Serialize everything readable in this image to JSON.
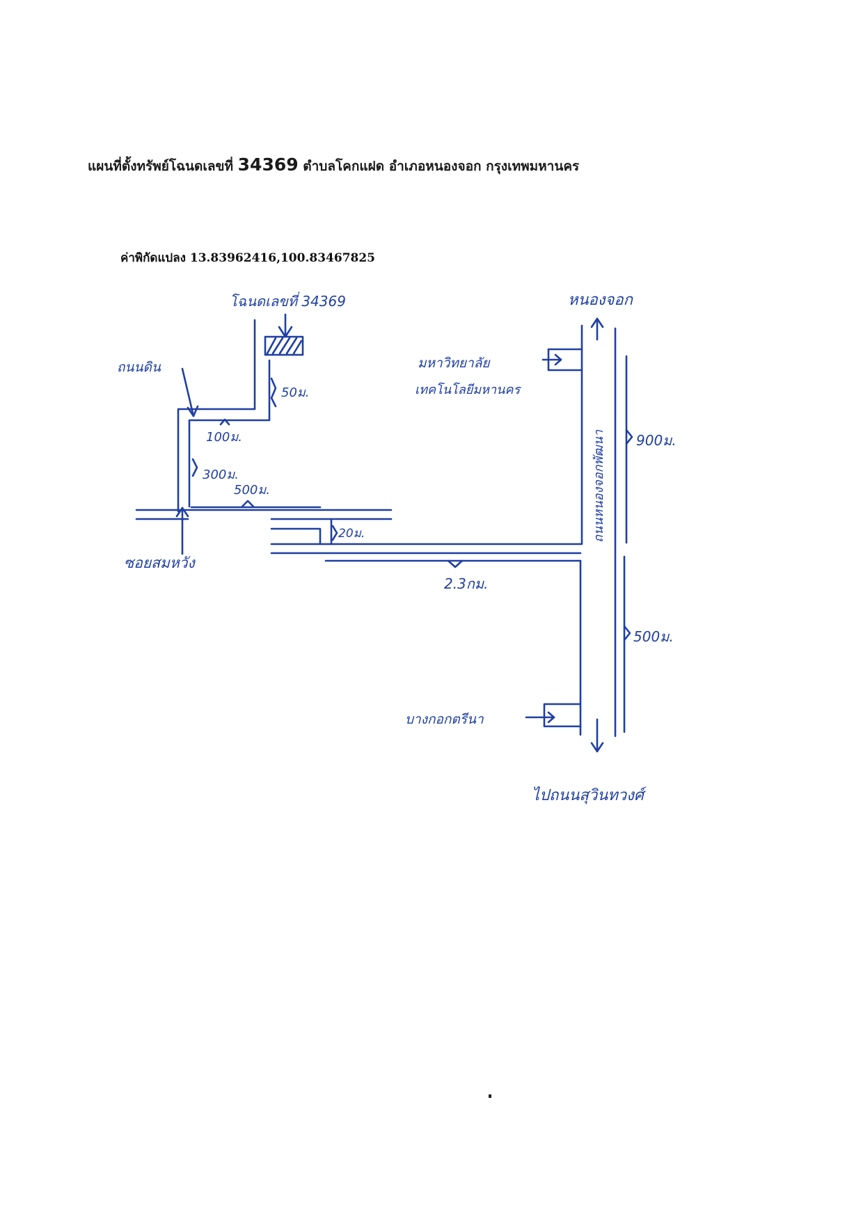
{
  "header": {
    "title_prefix": "แผนที่ตั้งทรัพย์โฉนดเลขที่",
    "deed_number": "34369",
    "title_suffix": "ตำบลโคกแฝด อำเภอหนองจอก กรุงเทพมหานคร"
  },
  "coordinates": {
    "label": "ค่าพิกัดแปลง",
    "value": "13.83962416,100.83467825"
  },
  "map": {
    "ink_color": "#1f3fa3",
    "labels": {
      "deed_plot": "โฉนดเลขที่ 34369",
      "dirt_road": "ถนนดิน",
      "soi": "ซอยสมหวัง",
      "north_destination": "หนองจอก",
      "south_destination": "ไปถนนสุวินทวงศ์",
      "main_road": "ถนนหนองจอกพัฒนา",
      "university_line1": "มหาวิทยาลัย",
      "university_line2": "เทคโนโลยีมหานคร",
      "landmark_south": "บางกอกตรีนา"
    },
    "distances": {
      "plot_segment": "50ม.",
      "dirt_horizontal": "100ม.",
      "dirt_vertical": "300ม.",
      "soi_segment": "500ม.",
      "connector": "20ม.",
      "long_road": "2.3กม.",
      "main_north": "900ม.",
      "main_south": "500ม."
    }
  }
}
